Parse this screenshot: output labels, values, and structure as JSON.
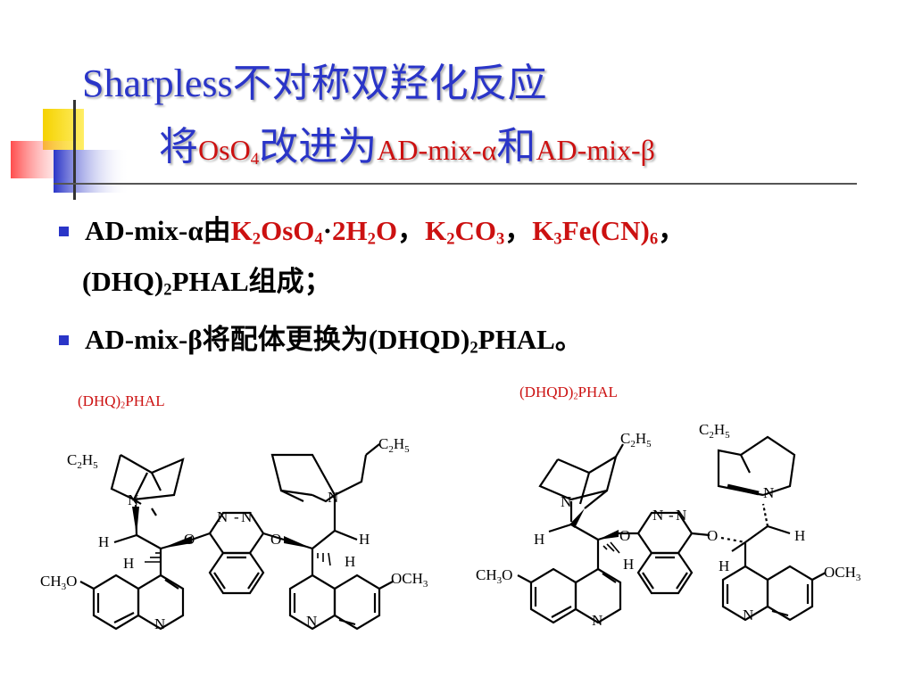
{
  "title": {
    "line1": "Sharpless不对称双羟化反应",
    "line2_prefix": "将",
    "line2_oso": "OsO",
    "line2_oso_sub": "4",
    "line2_mid": "改进为",
    "line2_mix_alpha": "AD-mix-α",
    "line2_and": "和",
    "line2_mix_beta": "AD-mix-β"
  },
  "bullets": [
    {
      "lead": "AD-mix-α由",
      "k2oso4": "K",
      "k2oso4_sub1": "2",
      "k2oso4_mid": "OsO",
      "k2oso4_sub2": "4",
      "hydrate_dot": "·",
      "hydrate": "2H",
      "hydrate_sub": "2",
      "hydrate_end": "O",
      "sep1": "，",
      "k2co3": "K",
      "k2co3_sub1": "2",
      "k2co3_mid": "CO",
      "k2co3_sub2": "3",
      "sep2": "，",
      "k3fe": "K",
      "k3fe_sub1": "3",
      "k3fe_mid": "Fe(CN)",
      "k3fe_sub2": "6",
      "sep3": "，",
      "line2_a": "(DHQ)",
      "line2_sub": "2",
      "line2_b": "PHAL组成；"
    },
    {
      "text_a": "AD-mix-β将配体更换为(DHQD)",
      "sub": "2",
      "text_b": "PHAL。"
    }
  ],
  "structures": {
    "left_label_a": "(DHQ)",
    "left_label_sub": "2",
    "left_label_b": "PHAL",
    "right_label_a": "(DHQD)",
    "right_label_sub": "2",
    "right_label_b": "PHAL"
  },
  "colors": {
    "title": "#2a35c8",
    "highlight": "#cc1111",
    "bullet": "#2a35c8"
  }
}
